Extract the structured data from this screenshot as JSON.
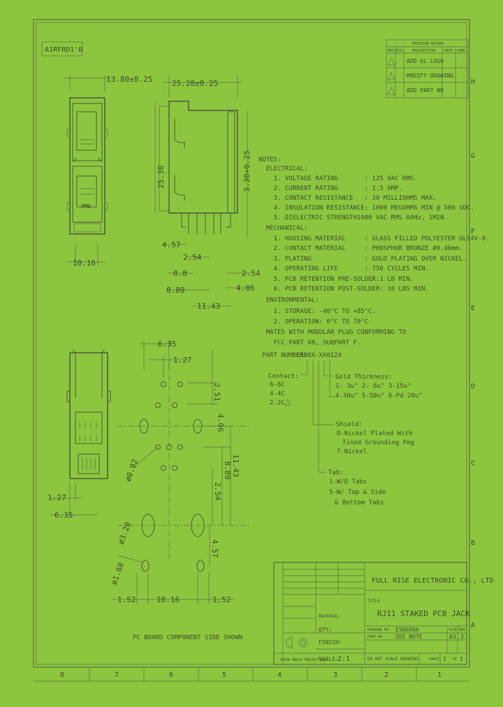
{
  "sheet": {
    "drawing_ref": "A1RFRD1'0",
    "column_labels": [
      "8",
      "7",
      "6",
      "5",
      "4",
      "3",
      "2",
      "1"
    ],
    "row_labels": [
      "H",
      "G",
      "F",
      "E",
      "D",
      "C",
      "B",
      "A"
    ]
  },
  "revision": {
    "title": "REVISION RECORD",
    "headers": [
      "REV",
      "ECO",
      "DESCRIPTION",
      "DATE",
      "CHKD"
    ],
    "rows": [
      {
        "desc": "ADD UL LOGO"
      },
      {
        "desc": "MODIFY DRAWING"
      },
      {
        "desc": "ADD PART NO"
      }
    ]
  },
  "dims": {
    "front_width": "13.80±0.25",
    "front_pitch": "10.16",
    "side_width": "25.28±0.25",
    "side_height": "25.30",
    "side_tail_height": "3.30+0.25",
    "d_4_57": "4.57",
    "d_2_54": "2.54",
    "d_0_8": "0.8",
    "d_8_89": "8.89",
    "d_11_43": "11.43",
    "d_2_54b": "2.54",
    "d_4_06": "4.06",
    "bottom_1_27": "1.27",
    "bottom_6_35": "6.35",
    "pcb_6_35": "6.35",
    "pcb_1_27": "1.27",
    "pcb_2_51": "2.51",
    "pcb_0_92": "ø0.92",
    "pcb_4_06": "4.06",
    "pcb_2_54": "2.54",
    "pcb_8_89": "8.89",
    "pcb_11_43": "11.43",
    "pcb_3_20": "ø3.20",
    "pcb_1_60": "ø1.60",
    "pcb_4_57": "4.57",
    "pcb_1_52a": "1.52",
    "pcb_10_16": "10.16",
    "pcb_1_52b": "1.52"
  },
  "labels": {
    "pme": "PME",
    "pcb_caption": "PC BOARD COMPONENT SIDE SHOWN"
  },
  "notes": [
    "NOTES:",
    "  ELECTRICAL:",
    "    1. VOLTAGE RATING       : 125 VAC RMS.",
    "    2. CURRENT RATING       : 1.5 AMP.",
    "    3. CONTACT RESISTANCE   : 30 MILLIOHMS MAX.",
    "    4. INSULATION RESISTANCE: 1000 MEGOHMS MIN @ 500 VDC.",
    "    5. DIELECTRIC STRENGTH1000 VAC RMS 60Hz, 1MIN.",
    "  MECHANICAL:",
    "    1. HOUSING MATERIAL     : GLASS FILLED POLYESTER UL94V-0.",
    "    2. CONTACT MATERIAL     : PHOSPHOR BRONZE #0.46mm.",
    "    3. PLATING              : GOLD PLATING OVER NICKEL.",
    "    4. OPERATING LIFE       : 750 CYCLES MIN.",
    "    5. PCB RETENTION PRE-SOLDER:1 LB MIN.",
    "    6. PCB RETENTION POST-SOLDER: 10 LBS MIN.",
    "  ENVIRONMENTAL:",
    "    1. STORAGE: -40°C TO +85°C.",
    "    2. OPERATION: 0°C TO 70°C.",
    "  MATES WITH MODULAR PLUG CONFORMING TO",
    "    FCC PART 68, SUBPART F."
  ],
  "part_number": {
    "label": "PART NUMBER:",
    "value": "E5B6X-XX012X"
  },
  "options": {
    "gold_title": "Gold Thickness:",
    "gold_1": "1- 3u\" 2- 6u\" 3-15u\"",
    "gold_2": "4-30u\" 5-50u\" 6-Pd 20u\"",
    "contact_title": "Contact:",
    "contact_1": "6-6C",
    "contact_2": "4-4C",
    "contact_3": "2-2C",
    "shield_title": "Shield:",
    "shield_1": "D-Nickel Plated With",
    "shield_2": "Tined Grounding Peg",
    "shield_3": "7-Nickel",
    "tab_title": "Tab:",
    "tab_1": "1-W/O Tabs",
    "tab_2": "5-W/ Top & Side",
    "tab_3": "& Bottom Tabs"
  },
  "title_block": {
    "company": "FULL RISE ELECTRONIC CO., LTD",
    "title_label": "TITLE",
    "title": "RJ11 STAKED PCB JACK",
    "drawing_no_label": "DRAWING NO.",
    "drawing_no": "E5B6X0X",
    "part_no_label": "PART NO.",
    "part_no": "SEE NOTE",
    "size_label": "SIZE",
    "size": "A3",
    "rev_label": "REV",
    "rev": "3",
    "qty_label": "QTY:",
    "finish_label": "FINISH:",
    "material_label": "MATERIAL:",
    "scale_label": "SCALE:",
    "scale": "2:1",
    "no_scale_note": "DO NOT SCALE DRAWING",
    "sheet_label": "SHEET",
    "sheet": "1",
    "of_label": "OF",
    "of": "1",
    "third_angle": "THIRD ANGLE PROJECTION"
  }
}
